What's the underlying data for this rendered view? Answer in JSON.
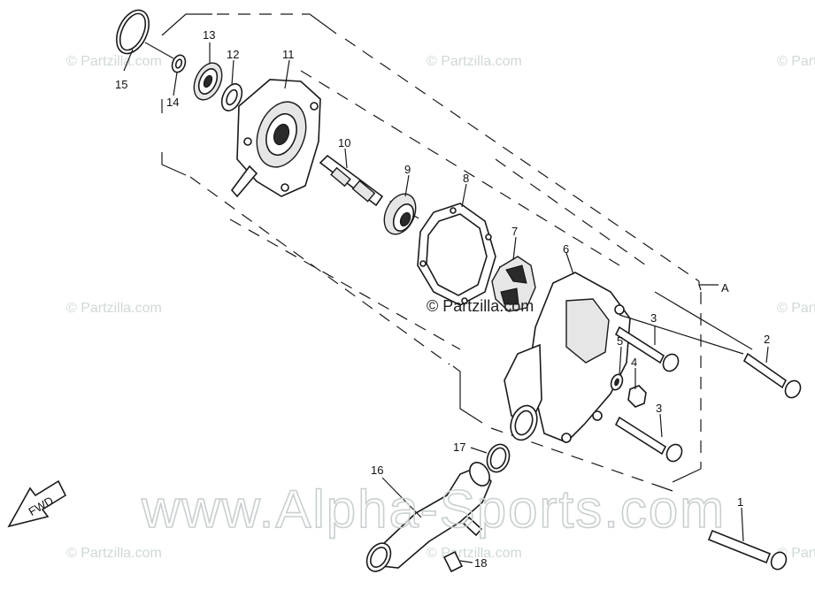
{
  "watermarks": {
    "partzilla": "© Partzilla.com",
    "partzilla_center": "© Partzilla.com",
    "site": "www.Alpha-Sports.com"
  },
  "labels": {
    "fwd": "FWD",
    "section_a": "A"
  },
  "callouts": [
    "1",
    "2",
    "3",
    "3",
    "4",
    "5",
    "6",
    "7",
    "8",
    "9",
    "10",
    "11",
    "12",
    "13",
    "14",
    "15",
    "16",
    "17",
    "18"
  ],
  "colors": {
    "line": "#1a1a1a",
    "watermark": "#cfd8d8",
    "background": "#ffffff"
  }
}
